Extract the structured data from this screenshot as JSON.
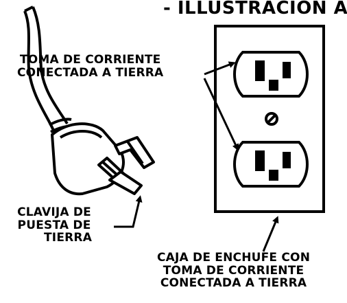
{
  "title": "- ILLUSTRACION A",
  "labels": {
    "grounded_outlet": {
      "line1": "TOMA DE CORRIENTE",
      "line2": "CONECTADA A TIERRA"
    },
    "grounding_pin": {
      "line1": "CLAVIJA DE",
      "line2": "PUESTA DE",
      "line3": "TIERRA"
    },
    "outlet_box": {
      "line1": "CAJA DE ENCHUFE CON",
      "line2": "TOMA DE CORRIENTE",
      "line3": "CONECTADA A TIERRA"
    }
  },
  "colors": {
    "ink": "#000000",
    "background": "#ffffff"
  }
}
